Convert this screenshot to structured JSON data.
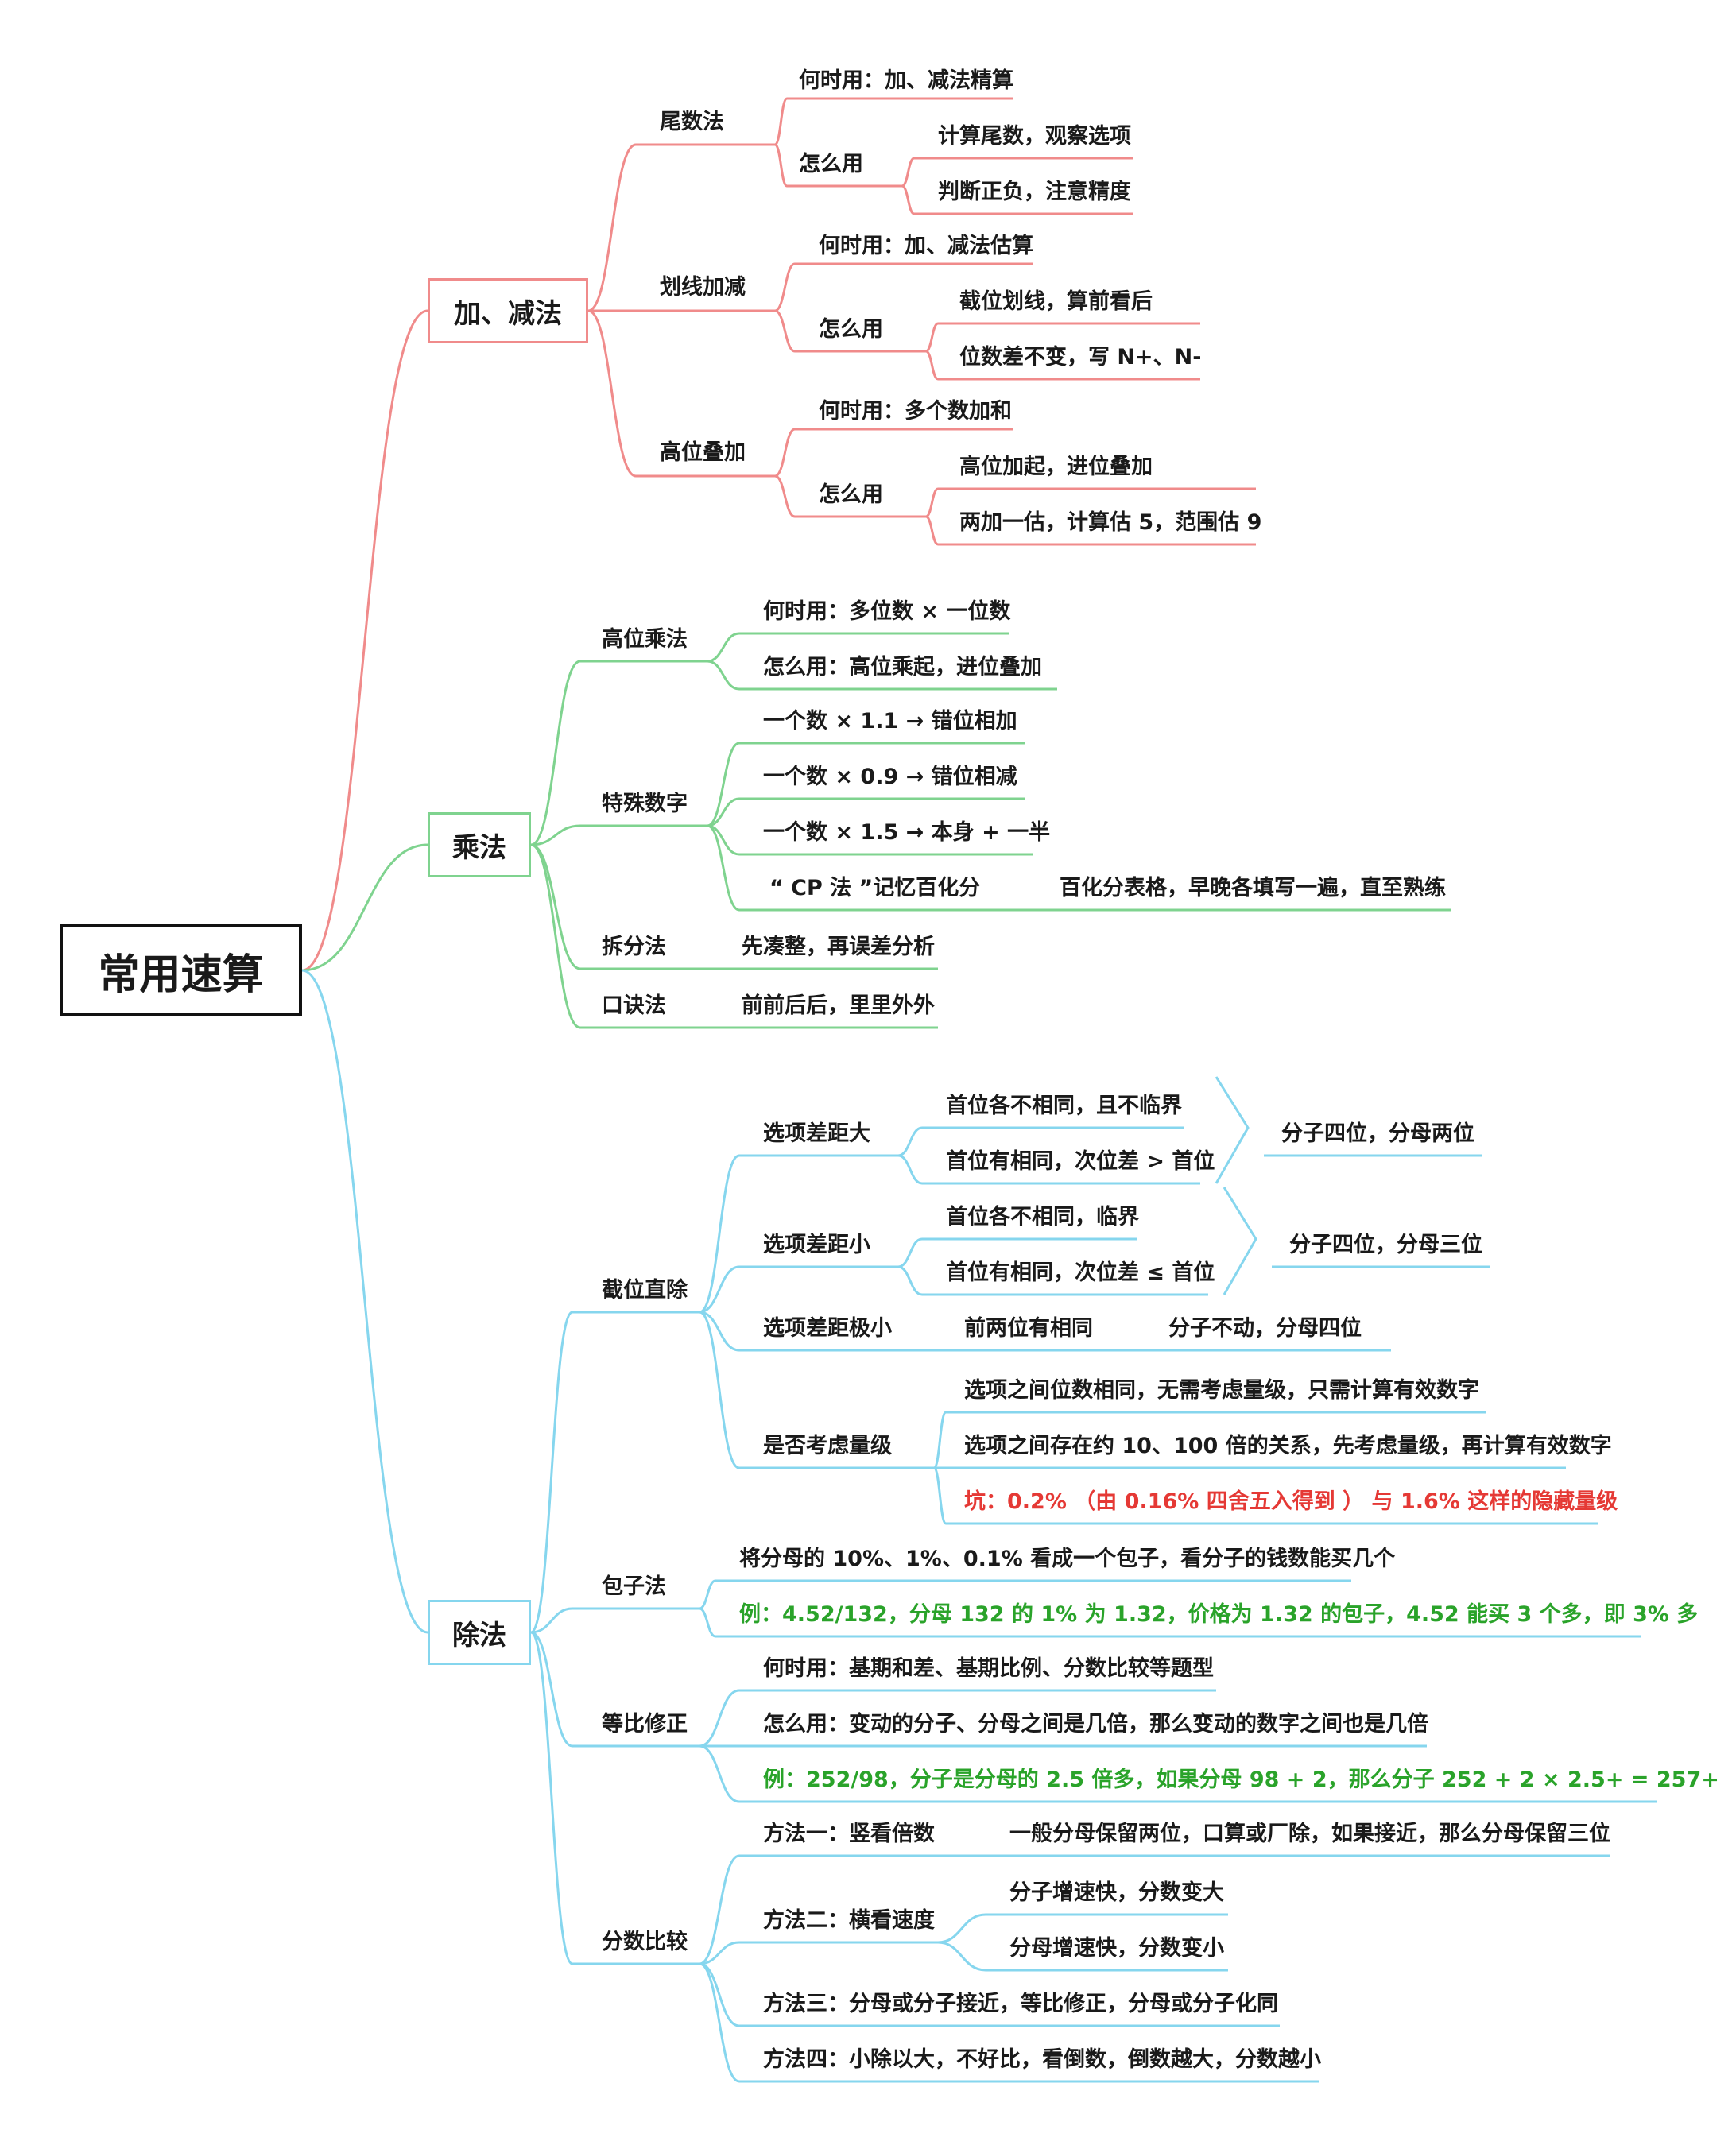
{
  "root": "常用速算",
  "colors": {
    "branch_add": "#f08b8b",
    "branch_mul": "#7fd38f",
    "branch_div": "#86d6ee",
    "highlight_red": "#e53935",
    "highlight_green": "#2aa32a"
  },
  "add": {
    "title": "加、减法",
    "weishu": {
      "label": "尾数法",
      "when": "何时用：加、减法精算",
      "how": "怎么用",
      "how1": "计算尾数，观察选项",
      "how2": "判断正负，注意精度"
    },
    "huaxian": {
      "label": "划线加减",
      "when": "何时用：加、减法估算",
      "how": "怎么用",
      "how1": "截位划线，算前看后",
      "how2": "位数差不变，写 N+、N-"
    },
    "gaowei": {
      "label": "高位叠加",
      "when": "何时用：多个数加和",
      "how": "怎么用",
      "how1": "高位加起，进位叠加",
      "how2": "两加一估，计算估 5，范围估 9"
    }
  },
  "mul": {
    "title": "乘法",
    "gaowei": {
      "label": "高位乘法",
      "when": "何时用：多位数 × 一位数",
      "how": "怎么用：高位乘起，进位叠加"
    },
    "special": {
      "label": "特殊数字",
      "s1": "一个数 × 1.1 → 错位相加",
      "s2": "一个数 × 0.9 → 错位相减",
      "s3": "一个数 × 1.5 → 本身 + 一半",
      "s4": "“ CP 法 ”记忆百化分",
      "s4b": "百化分表格，早晚各填写一遍，直至熟练"
    },
    "chaifen": {
      "label": "拆分法",
      "text": "先凑整，再误差分析"
    },
    "koujue": {
      "label": "口诀法",
      "text": "前前后后，里里外外"
    }
  },
  "div": {
    "title": "除法",
    "jiewei": {
      "label": "截位直除",
      "big": {
        "label": "选项差距大",
        "c1": "首位各不相同，且不临界",
        "c2": "首位有相同，次位差 > 首位",
        "r": "分子四位，分母两位"
      },
      "small": {
        "label": "选项差距小",
        "c1": "首位各不相同，临界",
        "c2": "首位有相同，次位差 ≤ 首位",
        "r": "分子四位，分母三位"
      },
      "tiny": {
        "label": "选项差距极小",
        "c1": "前两位有相同",
        "r": "分子不动，分母四位"
      },
      "mag": {
        "label": "是否考虑量级",
        "c1": "选项之间位数相同，无需考虑量级，只需计算有效数字",
        "c2": "选项之间存在约 10、100 倍的关系，先考虑量级，再计算有效数字",
        "c3": "坑：0.2% （由 0.16% 四舍五入得到 ） 与 1.6% 这样的隐藏量级"
      }
    },
    "baozi": {
      "label": "包子法",
      "c1": "将分母的 10%、1%、0.1% 看成一个包子，看分子的钱数能买几个",
      "c2": "例：4.52/132，分母 132 的 1% 为 1.32，价格为 1.32 的包子，4.52 能买 3 个多，即 3% 多"
    },
    "dengbi": {
      "label": "等比修正",
      "c1": "何时用：基期和差、基期比例、分数比较等题型",
      "c2": "怎么用：变动的分子、分母之间是几倍，那么变动的数字之间也是几倍",
      "c3": "例：252/98，分子是分母的 2.5 倍多，如果分母 98 + 2，那么分子 252 + 2 × 2.5+ = 257+"
    },
    "fenshu": {
      "label": "分数比较",
      "m1": "方法一：竖看倍数",
      "m1b": "一般分母保留两位，口算或厂除，如果接近，那么分母保留三位",
      "m2": "方法二：横看速度",
      "m2a": "分子增速快，分数变大",
      "m2b": "分母增速快，分数变小",
      "m3": "方法三：分母或分子接近，等比修正，分母或分子化同",
      "m4": "方法四：小除以大，不好比，看倒数，倒数越大，分数越小"
    }
  }
}
